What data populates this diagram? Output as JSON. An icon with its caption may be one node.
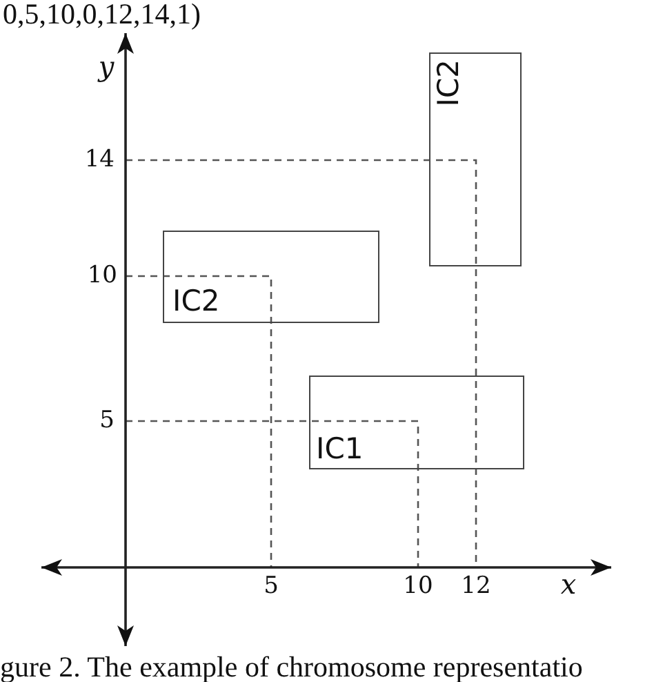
{
  "diagram": {
    "caption": "gure 2. The example of chromosome representatio",
    "nodes": [
      {
        "text": [
          "IC2"
        ]
      },
      {
        "text": [
          "IC2"
        ]
      },
      {
        "text": [
          "IC1"
        ]
      }
    ],
    "labels": [
      "0,5,10,0,12,14,1)",
      "y",
      "14",
      "10",
      "5",
      "5",
      "10",
      "12",
      "x"
    ]
  }
}
